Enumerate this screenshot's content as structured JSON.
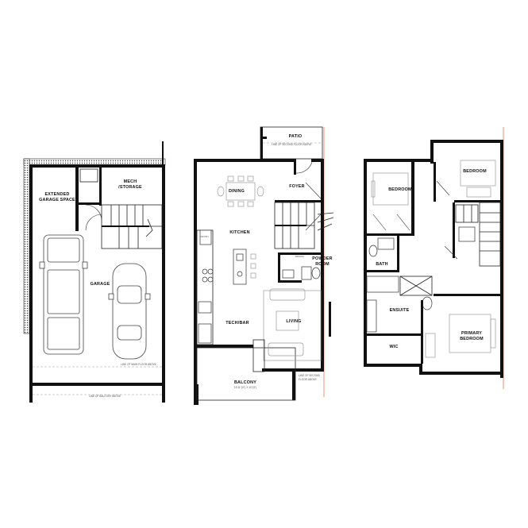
{
  "colors": {
    "wall": "#111111",
    "accent_edge": "#e8744a",
    "furniture": "#9a9a9a"
  },
  "garage_level": {
    "rooms": {
      "extended_garage_l1": "EXTENDED",
      "extended_garage_l2": "GARAGE SPACE",
      "mech_l1": "MECH",
      "mech_l2": "/STORAGE",
      "garage": "GARAGE"
    },
    "notes": {
      "main_floor_above": "LINE OF MAIN FLOOR ABOVE",
      "balcony_above": "LINE OF BALCONY ABOVE"
    }
  },
  "main_level": {
    "rooms": {
      "patio": "PATIO",
      "dining": "DINING",
      "foyer": "FOYER",
      "kitchen": "KITCHEN",
      "powder_l1": "POWDER",
      "powder_l2": "ROOM",
      "living": "LIVING",
      "tech_bar": "TECH/BAR",
      "balcony": "BALCONY",
      "balcony_dims": "15'11\"(0\") X 10'(3\")"
    },
    "notes": {
      "second_floor_above_top": "LINE OF SECOND FLOOR ABOVE",
      "second_floor_above_l1": "LINE OF SECOND",
      "second_floor_above_l2": "FLOOR ABOVE",
      "pantry": "PANTRY",
      "broom": "BROOM"
    }
  },
  "upper_level": {
    "rooms": {
      "bedroom_1": "BEDROOM",
      "bedroom_2": "BEDROOM",
      "bath": "BATH",
      "ensuite": "ENSUITE",
      "wic": "WIC",
      "primary_l1": "PRIMARY",
      "primary_l2": "BEDROOM"
    }
  }
}
